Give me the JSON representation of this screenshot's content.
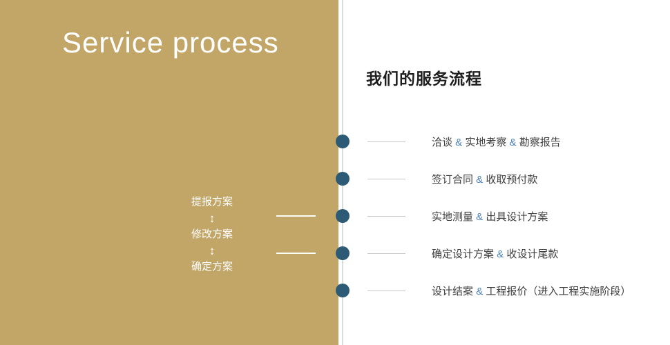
{
  "colors": {
    "panel_tan": "#c2a667",
    "timeline_dot_navy": "#2d5b76",
    "ampersand_blue": "#4e80b8",
    "step_text_gray": "#3d3d3d",
    "tick_line_gray": "#c9c9c9",
    "divider_gray": "#dcdcdc",
    "white": "#ffffff"
  },
  "left_panel": {
    "title": "Service process",
    "plan_flow": {
      "labels": [
        "提报方案",
        "修改方案",
        "确定方案"
      ],
      "arrow_glyph": "↕"
    }
  },
  "right_panel": {
    "heading": "我们的服务流程",
    "separator": "&",
    "steps": [
      {
        "parts": [
          "洽谈",
          "实地考察",
          "勘察报告"
        ]
      },
      {
        "parts": [
          "签订合同",
          "收取预付款"
        ]
      },
      {
        "parts": [
          "实地测量",
          "出具设计方案"
        ]
      },
      {
        "parts": [
          "确定设计方案",
          "收设计尾款"
        ]
      },
      {
        "parts": [
          "设计结案",
          "工程报价（进入工程实施阶段）"
        ]
      }
    ]
  }
}
